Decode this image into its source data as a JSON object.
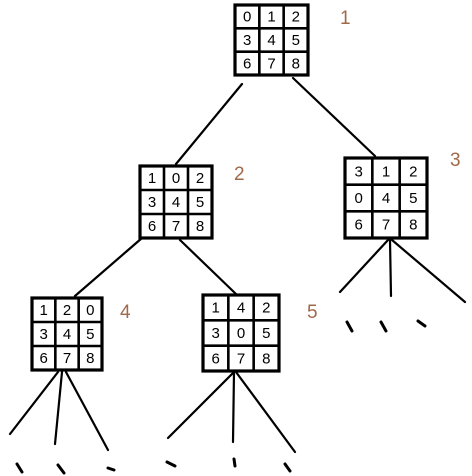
{
  "diagram": {
    "node_label_color": "#a0694a",
    "line_color": "#000000",
    "nodes": [
      {
        "id": "1",
        "label": "1",
        "grid": [
          "0",
          "1",
          "2",
          "3",
          "4",
          "5",
          "6",
          "7",
          "8"
        ]
      },
      {
        "id": "2",
        "label": "2",
        "grid": [
          "1",
          "0",
          "2",
          "3",
          "4",
          "5",
          "6",
          "7",
          "8"
        ]
      },
      {
        "id": "3",
        "label": "3",
        "grid": [
          "3",
          "1",
          "2",
          "0",
          "4",
          "5",
          "6",
          "7",
          "8"
        ]
      },
      {
        "id": "4",
        "label": "4",
        "grid": [
          "1",
          "2",
          "0",
          "3",
          "4",
          "5",
          "6",
          "7",
          "8"
        ]
      },
      {
        "id": "5",
        "label": "5",
        "grid": [
          "1",
          "4",
          "2",
          "3",
          "0",
          "5",
          "6",
          "7",
          "8"
        ]
      }
    ],
    "edges": [
      {
        "from": "1",
        "to": "2"
      },
      {
        "from": "1",
        "to": "3"
      },
      {
        "from": "2",
        "to": "4"
      },
      {
        "from": "2",
        "to": "5"
      }
    ],
    "continuations": [
      {
        "from": "3",
        "count": 3
      },
      {
        "from": "4",
        "count": 3
      },
      {
        "from": "5",
        "count": 3
      }
    ]
  }
}
